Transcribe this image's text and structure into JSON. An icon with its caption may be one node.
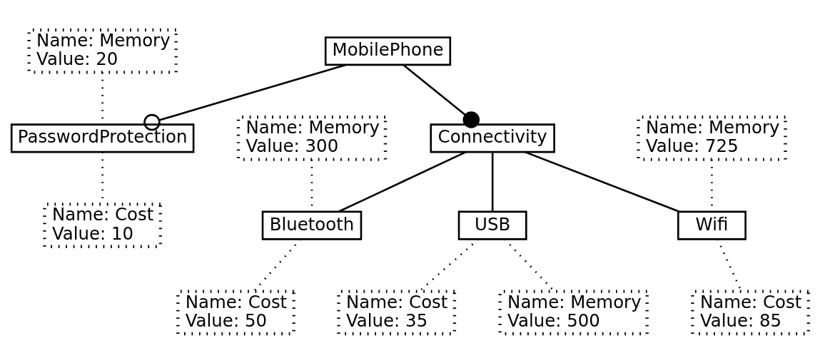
{
  "diagram": {
    "nodes": [
      {
        "text": [
          "MobilePhone"
        ]
      },
      {
        "text": [
          "Name: Memory",
          "Value: 20"
        ]
      },
      {
        "text": [
          "PasswordProtection"
        ]
      },
      {
        "text": [
          "Name: Cost",
          "Value: 10"
        ]
      },
      {
        "text": [
          "Connectivity"
        ]
      },
      {
        "text": [
          "Name: Memory",
          "Value: 300"
        ]
      },
      {
        "text": [
          "Name: Memory",
          "Value: 725"
        ]
      },
      {
        "text": [
          "Bluetooth"
        ]
      },
      {
        "text": [
          "Wifi"
        ]
      },
      {
        "text": [
          "Name: Cost",
          "Value: 50"
        ]
      },
      {
        "text": [
          "Name: Cost",
          "Value: 85"
        ]
      },
      {
        "text": [
          "USB"
        ]
      },
      {
        "text": [
          "Name: Memory",
          "Value: 500"
        ]
      },
      {
        "text": [
          "Name: Cost",
          "Value: 35"
        ]
      }
    ],
    "edges": [
      {
        "from": 0,
        "to": 2,
        "arrow": "other"
      },
      {
        "from": 0,
        "to": 4,
        "arrow": "other"
      },
      {
        "from": 1,
        "to": 2,
        "arrow": "none",
        "style": "dashed"
      },
      {
        "from": 2,
        "to": 3,
        "arrow": "none",
        "style": "dashed"
      },
      {
        "from": 4,
        "to": 7,
        "arrow": "none"
      },
      {
        "from": 4,
        "to": 11,
        "arrow": "none"
      },
      {
        "from": 4,
        "to": 8,
        "arrow": "none"
      },
      {
        "from": 5,
        "to": 7,
        "arrow": "none",
        "style": "dashed"
      },
      {
        "from": 7,
        "to": 9,
        "arrow": "none",
        "style": "dashed"
      },
      {
        "from": 6,
        "to": 8,
        "arrow": "none",
        "style": "dashed"
      },
      {
        "from": 8,
        "to": 10,
        "arrow": "none",
        "style": "dashed"
      },
      {
        "from": 11,
        "to": 12,
        "arrow": "none",
        "style": "dashed"
      },
      {
        "from": 11,
        "to": 13,
        "arrow": "none",
        "style": "dashed"
      }
    ]
  }
}
